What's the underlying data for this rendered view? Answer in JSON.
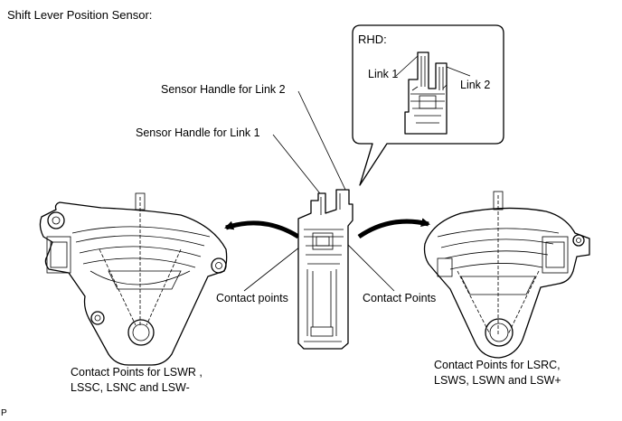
{
  "title": "Shift Lever Position Sensor:",
  "rhd": {
    "title": "RHD:",
    "link1": "Link 1",
    "link2": "Link 2"
  },
  "callouts": {
    "sensor_handle_link2": "Sensor Handle for Link 2",
    "sensor_handle_link1": "Sensor Handle for Link 1",
    "contact_points_left": "Contact points",
    "contact_points_right": "Contact Points"
  },
  "captions": {
    "left_line1": "Contact Points for LSWR ,",
    "left_line2": "LSSC, LSNC and LSW-",
    "right_line1": "Contact Points for LSRC,",
    "right_line2": "LSWS, LSWN and LSW+"
  },
  "figure_code": "P"
}
